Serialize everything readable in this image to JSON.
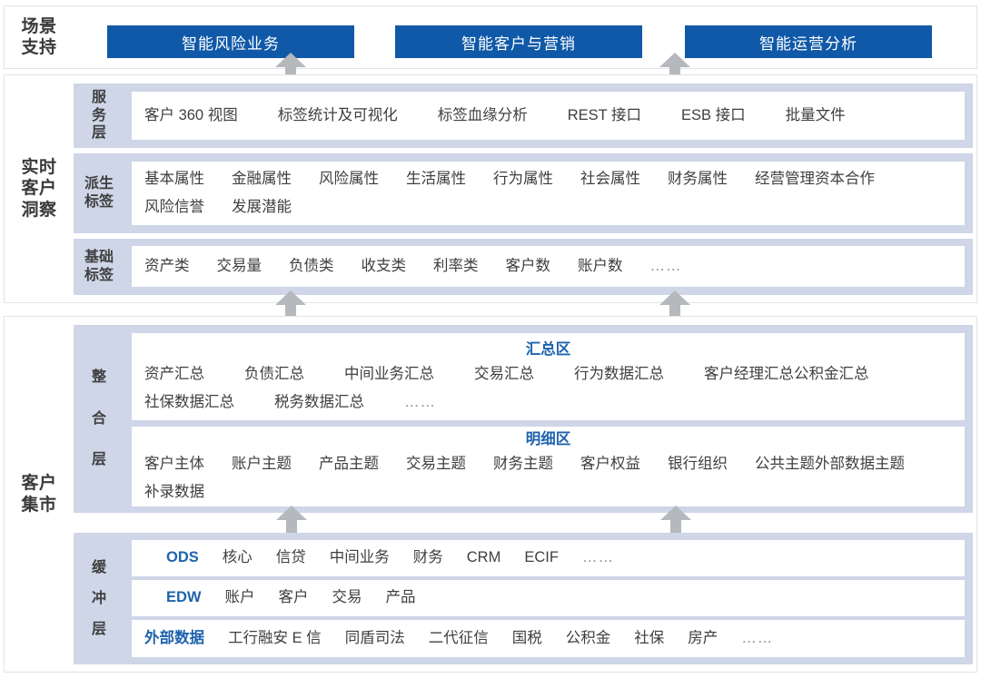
{
  "groups": {
    "scene": {
      "label_lines": [
        "场景",
        "支持"
      ]
    },
    "insight": {
      "label_lines": [
        "实时",
        "客户",
        "洞察"
      ]
    },
    "mart": {
      "label_lines": [
        "客户",
        "集市"
      ]
    }
  },
  "scene_buttons": [
    {
      "label": "智能风险业务"
    },
    {
      "label": "智能客户与营销"
    },
    {
      "label": "智能运营分析"
    }
  ],
  "insight": {
    "service_layer": {
      "name_chars": [
        "服",
        "务",
        "层"
      ],
      "items": [
        "客户 360 视图",
        "标签统计及可视化",
        "标签血缘分析",
        "REST 接口",
        "ESB 接口",
        "批量文件"
      ]
    },
    "derived_tag_layer": {
      "name_chars": [
        "派生",
        "标签"
      ],
      "items": [
        "基本属性",
        "金融属性",
        "风险属性",
        "生活属性",
        "行为属性",
        "社会属性",
        "财务属性",
        "经营管理",
        "资本合作",
        "风险信誉",
        "发展潜能"
      ]
    },
    "base_tag_layer": {
      "name_chars": [
        "基础",
        "标签"
      ],
      "items": [
        "资产类",
        "交易量",
        "负债类",
        "收支类",
        "利率类",
        "客户数",
        "账户数",
        "……"
      ]
    }
  },
  "mart": {
    "integration_layer": {
      "name_chars": [
        "整",
        "合",
        "层"
      ],
      "summary_zone": {
        "title": "汇总区",
        "items": [
          "资产汇总",
          "负债汇总",
          "中间业务汇总",
          "交易汇总",
          "行为数据汇总",
          "客户经理汇总",
          "公积金汇总",
          "社保数据汇总",
          "税务数据汇总",
          "……"
        ]
      },
      "detail_zone": {
        "title": "明细区",
        "items": [
          "客户主体",
          "账户主题",
          "产品主题",
          "交易主题",
          "财务主题",
          "客户权益",
          "银行组织",
          "公共主题",
          "外部数据主题",
          "补录数据"
        ]
      }
    },
    "buffer_layer": {
      "name_chars": [
        "缓",
        "冲",
        "层"
      ],
      "rows": [
        {
          "accent": "ODS",
          "items": [
            "核心",
            "信贷",
            "中间业务",
            "财务",
            "CRM",
            "ECIF",
            "……"
          ]
        },
        {
          "accent": "EDW",
          "items": [
            "账户",
            "客户",
            "交易",
            "产品"
          ]
        },
        {
          "accent": "外部数据",
          "items": [
            "工行融安 E 信",
            "同盾司法",
            "二代征信",
            "国税",
            "公积金",
            "社保",
            "房产",
            "……"
          ]
        }
      ]
    }
  },
  "arrows": {
    "icon": "arrow-up-icon",
    "count": 8
  },
  "colors": {
    "button_blue": "#1059a8",
    "accent_blue": "#1f63ad",
    "band_blue_gray": "#ced6e8",
    "arrow_gray": "#b5b8bd",
    "frame_gray": "#e3e3e3",
    "text_gray": "#3f3f3f"
  }
}
